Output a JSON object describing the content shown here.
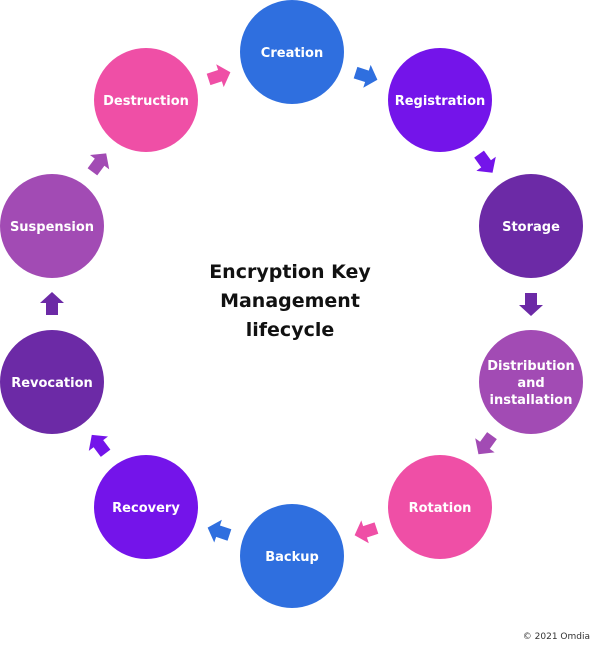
{
  "title_lines": [
    "Encryption Key",
    "Management",
    "lifecycle"
  ],
  "stages": [
    {
      "label": [
        "Creation"
      ],
      "color": "#2f6fdf"
    },
    {
      "label": [
        "Registration"
      ],
      "color": "#7414ea"
    },
    {
      "label": [
        "Storage"
      ],
      "color": "#6c2aa6"
    },
    {
      "label": [
        "Distribution",
        "and",
        "installation"
      ],
      "color": "#a24bb4"
    },
    {
      "label": [
        "Rotation"
      ],
      "color": "#ef4fa6"
    },
    {
      "label": [
        "Backup"
      ],
      "color": "#2f6fdf"
    },
    {
      "label": [
        "Recovery"
      ],
      "color": "#7414ea"
    },
    {
      "label": [
        "Revocation"
      ],
      "color": "#6c2aa6"
    },
    {
      "label": [
        "Suspension"
      ],
      "color": "#a24bb4"
    },
    {
      "label": [
        "Destruction"
      ],
      "color": "#ef4fa6"
    }
  ],
  "copyright": "© 2021 Omdia"
}
